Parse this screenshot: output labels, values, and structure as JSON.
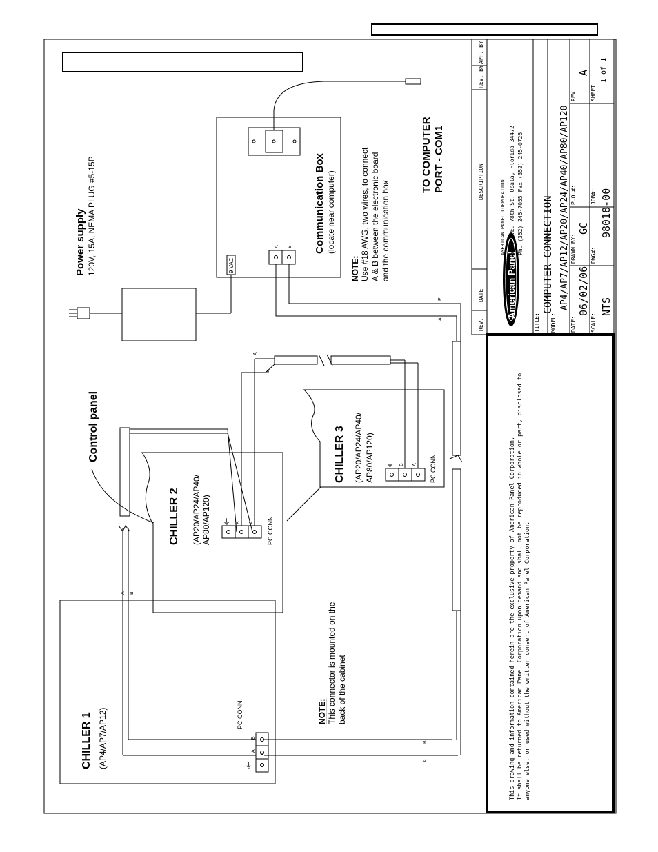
{
  "chillers": {
    "c1": {
      "title": "CHILLER 1",
      "models": "(AP4/AP7/AP12)",
      "conn": "PC CONN."
    },
    "c2": {
      "title": "CHILLER 2",
      "models_1": "(AP20/AP24/AP40/",
      "models_2": "AP80/AP120)",
      "conn": "PC CONN."
    },
    "c3": {
      "title": "CHILLER 3",
      "models_1": "(AP20/AP24/AP40/",
      "models_2": "AP80/AP120)",
      "conn": "PC CONN."
    }
  },
  "labels": {
    "control_panel": "Control panel",
    "power_title": "Power supply",
    "power_spec": "120V, 15A, NEMA PLUG #5-15P",
    "comm_title": "Communication Box",
    "comm_sub": "(locate near computer)",
    "vac": "9 VAC",
    "computer_1": "TO COMPUTER",
    "computer_2": "PORT - COM1",
    "wire_a": "A",
    "wire_b": "B",
    "wire_e": "E"
  },
  "notes": {
    "n1_head": "NOTE:",
    "n1_l1": "Use #18 AWG, two wires, to connect",
    "n1_l2": "A & B between the electronic board",
    "n1_l3": "and the communication box.",
    "n2_head": "NOTE:",
    "n2_l1": "This connector is mounted on the",
    "n2_l2": "back of the cabinet"
  },
  "disclaimer": {
    "l1": "This drawing and information contained herein are the exclusive property of American Panel Corporation.",
    "l2": "It shall be returned to American Panel Corporation upon demand and shall not be reproduced in whole or part, disclosed to",
    "l3": "anyone else, or used without the written consent of American Panel Corporation."
  },
  "title_block": {
    "rev_hdr": "REV.",
    "date_hdr": "DATE",
    "desc_hdr": "DESCRIPTION",
    "revby_hdr": "REV. BY",
    "appby_hdr": "APP. BY",
    "logo": "American Panel",
    "company": "AMERICAN PANEL CORPORATION",
    "address": "5800 S.E. 78th St. Ocala, Florida 34472",
    "phone": "Ph. (352) 245-7055   Fax (352) 245-0726",
    "title_lbl": "TITLE:",
    "title": "COMPUTER CONNECTION",
    "model_lbl": "MODEL:",
    "model": "AP4/AP7/AP12/AP20/AP24/AP40/AP80/AP120",
    "date_lbl": "DATE:",
    "date": "06/02/06",
    "drawn_lbl": "DRAWN BY:",
    "drawn": "GC",
    "po_lbl": "P.O.#:",
    "rev_lbl": "REV",
    "rev": "A",
    "scale_lbl": "SCALE:",
    "scale": "NTS",
    "dwg_lbl": "DWG#:",
    "dwg": "98018-00",
    "job_lbl": "JOB#:",
    "sheet_lbl": "SHEET",
    "sheet": "1 of 1"
  }
}
